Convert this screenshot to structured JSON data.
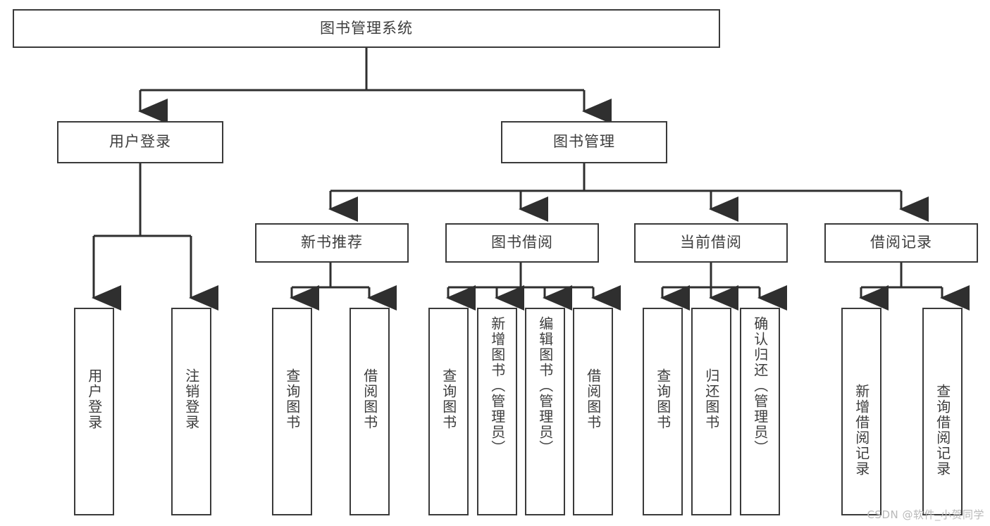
{
  "diagram": {
    "title": "图书管理系统",
    "watermark": "CSDN @软件_小贺同学",
    "colors": {
      "box_border": "#3a3a3a",
      "box_fill": "#ffffff",
      "text": "#3d3d3d",
      "line": "#2f2f2f",
      "watermark": "#b9b9b9",
      "background": "#ffffff"
    },
    "root": {
      "label": "图书管理系统"
    },
    "level2": [
      {
        "label": "用户登录"
      },
      {
        "label": "图书管理"
      }
    ],
    "level3": [
      {
        "label": "新书推荐"
      },
      {
        "label": "图书借阅"
      },
      {
        "label": "当前借阅"
      },
      {
        "label": "借阅记录"
      }
    ],
    "leaves": {
      "user_login": [
        {
          "label": "用户登录"
        },
        {
          "label": "注销登录"
        }
      ],
      "new_book_recommend": [
        {
          "label": "查询图书"
        },
        {
          "label": "借阅图书"
        }
      ],
      "book_borrow": [
        {
          "label": "查询图书"
        },
        {
          "label": "新增图书（管理员）"
        },
        {
          "label": "编辑图书（管理员）"
        },
        {
          "label": "借阅图书"
        }
      ],
      "current_borrow": [
        {
          "label": "查询图书"
        },
        {
          "label": "归还图书"
        },
        {
          "label": "确认归还（管理员）"
        }
      ],
      "borrow_record": [
        {
          "label": "新增借阅记录"
        },
        {
          "label": "查询借阅记录"
        }
      ]
    }
  }
}
